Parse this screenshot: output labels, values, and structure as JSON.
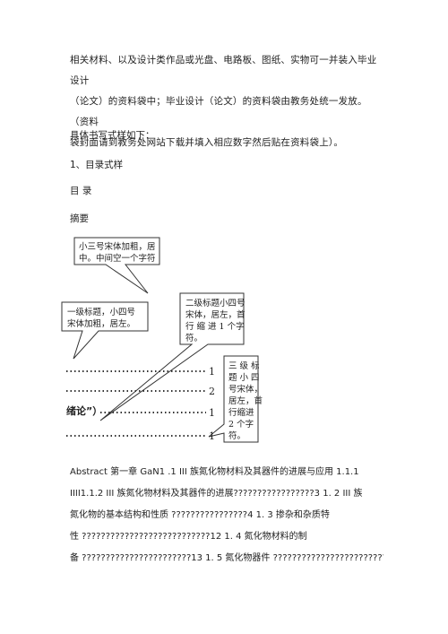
{
  "intro": {
    "line1": "相关材料、以及设计类作品或光盘、电路板、图纸、实物可一并装入毕业设计",
    "line2": "（论文）的资料袋中；毕业设计（论文）的资料袋由教务处统一发放。（资料",
    "line3": "袋封面请到教务处网站下载并填入相应数字然后贴在资料袋上）。"
  },
  "format_heading": "具体书写式样如下：",
  "section_heading": "1、目录式样",
  "toc_title": "目 录",
  "abstract_label": "摘要",
  "callouts": {
    "title_note": [
      "小三号宋体加粗，居",
      "中。中间空一个字符"
    ],
    "level1_note": [
      "一级标题，小四号",
      "宋体加粗，居左。"
    ],
    "level2_note": [
      "二级标题小四号",
      "宋体，居左，首",
      "行 缩 进  1 个字",
      "符。"
    ],
    "level3_note": [
      "三 级 标",
      "题 小 四",
      "号宋体，",
      "居左，首",
      "行缩进",
      "2 个字",
      "符。"
    ]
  },
  "toc_sample": {
    "chapter_label": "绪论”）",
    "page_numbers": [
      "1",
      "2",
      "1",
      "1"
    ]
  },
  "toc_text": {
    "line1": "Abstract 第一章 GaN1 .1 III 族氮化物材料及其器件的进展与应用 1.1.1",
    "line2": "IIII1.1.2 III 族氮化物材料及其器件的进展?????????????????3 1. 2 III 族",
    "line3": "氮化物的基本结构和性质 ????????????????4 1. 3 掺杂和杂质特",
    "line4": "性 ???????????????????????????12 1. 4 氮化物材料的制",
    "line5": "备 ???????????????????????13 1. 5 氮化物器件 ?????????????????????????"
  }
}
